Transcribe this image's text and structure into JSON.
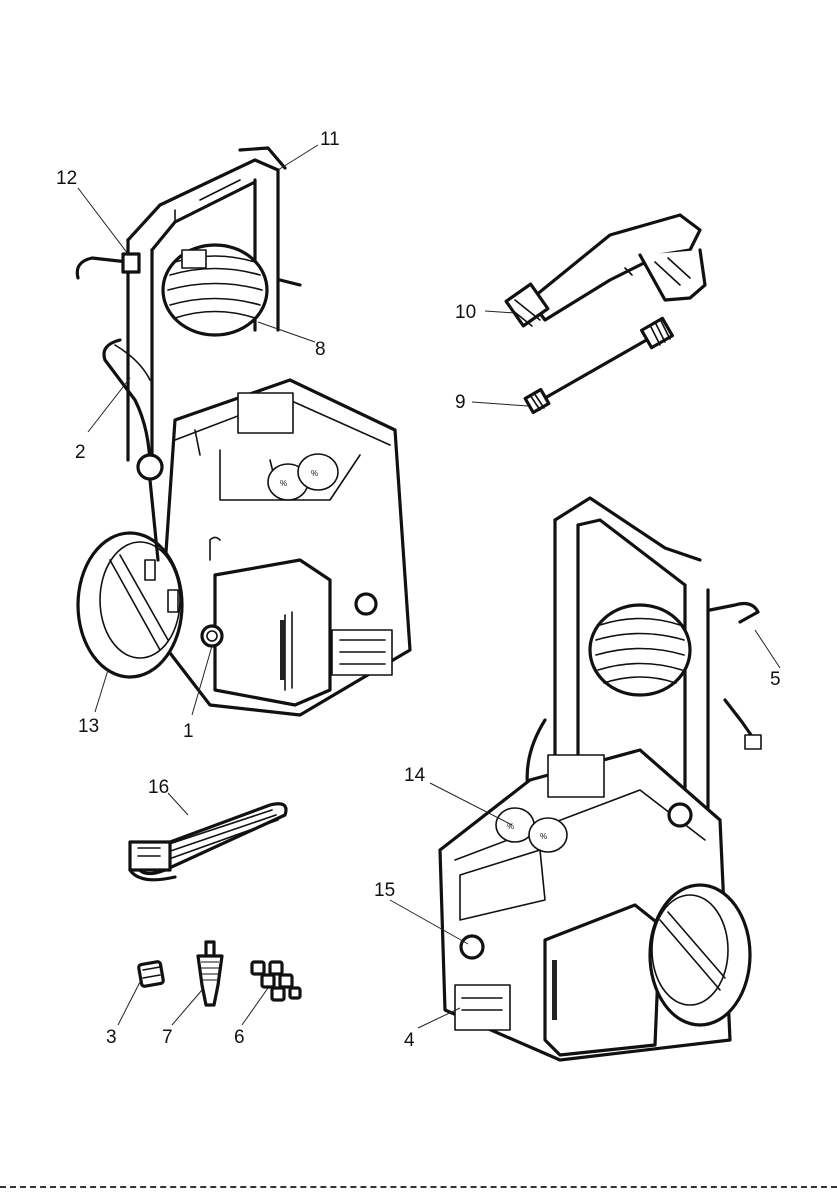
{
  "callouts": [
    {
      "id": "11",
      "label": "11"
    },
    {
      "id": "12",
      "label": "12"
    },
    {
      "id": "10",
      "label": "10"
    },
    {
      "id": "8",
      "label": "8"
    },
    {
      "id": "9",
      "label": "9"
    },
    {
      "id": "2",
      "label": "2"
    },
    {
      "id": "5",
      "label": "5"
    },
    {
      "id": "13",
      "label": "13"
    },
    {
      "id": "1",
      "label": "1"
    },
    {
      "id": "16",
      "label": "16"
    },
    {
      "id": "14",
      "label": "14"
    },
    {
      "id": "15",
      "label": "15"
    },
    {
      "id": "3",
      "label": "3"
    },
    {
      "id": "7",
      "label": "7"
    },
    {
      "id": "6",
      "label": "6"
    },
    {
      "id": "4",
      "label": "4"
    }
  ]
}
